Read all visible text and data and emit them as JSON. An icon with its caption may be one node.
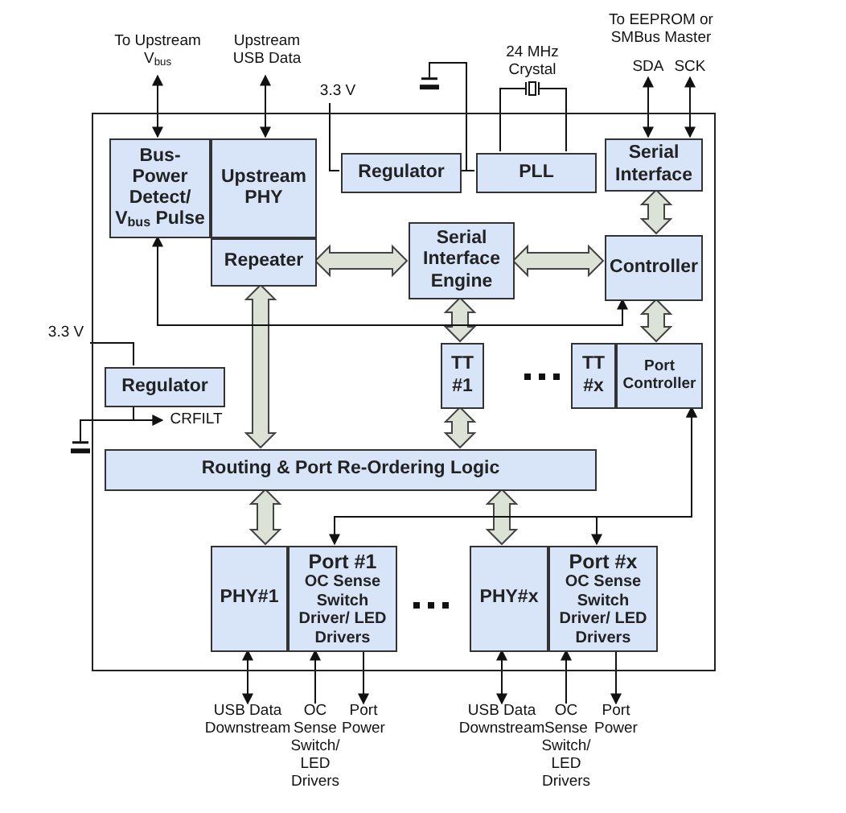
{
  "diagram": {
    "nodes": [
      {
        "text": [],
        "shape": "box"
      },
      {
        "text": [
          "Bus- Power Detect/ V$_{bus}$ Pulse"
        ],
        "in": 0
      },
      {
        "text": [
          "Upstream PHY"
        ],
        "in": 0
      },
      {
        "text": [
          "Repeater"
        ],
        "in": 0
      },
      {
        "text": [
          "Regulator"
        ],
        "in": 0
      },
      {
        "text": [
          "PLL"
        ],
        "in": 0
      },
      {
        "text": [
          "Serial Interface"
        ],
        "in": 0
      },
      {
        "text": [
          "Serial Interface Engine"
        ],
        "in": 0
      },
      {
        "text": [
          "Controller"
        ],
        "in": 0
      },
      {
        "text": [
          "TT #1"
        ],
        "in": 0
      },
      {
        "text": [
          "TT #x"
        ],
        "in": 0
      },
      {
        "text": [
          "Port Controller"
        ],
        "in": 0
      },
      {
        "text": [
          "Regulator"
        ],
        "in": 0
      },
      {
        "text": [
          "Routing & Port Re-Ordering Logic"
        ],
        "in": 0
      },
      {
        "text": [
          "PHY#1"
        ],
        "in": 0
      },
      {
        "text": [
          "Port #1",
          "OC Sense Switch Driver/ LED Drivers"
        ],
        "in": 0
      },
      {
        "text": [
          "PHY#x"
        ],
        "in": 0
      },
      {
        "text": [
          "Port #x",
          "OC Sense Switch Driver/ LED Drivers"
        ],
        "in": 0
      },
      {
        "text": [
          "To Upstream V$_{bus}$"
        ]
      },
      {
        "text": [
          "Upstream USB Data"
        ]
      },
      {
        "text": [
          "3.3 V"
        ]
      },
      {
        "text": [],
        "shape": "ground"
      },
      {
        "text": [
          "24 MHz Crystal"
        ]
      },
      {
        "text": [
          "SDA"
        ]
      },
      {
        "text": [
          "SCK"
        ]
      },
      {
        "text": [
          "3.3 V"
        ]
      },
      {
        "text": [
          "CRFILT"
        ],
        "in": 0
      },
      {
        "text": [],
        "shape": "ground"
      },
      {
        "text": [
          "USB Data Downstream"
        ]
      },
      {
        "text": [
          "OC Sense Switch/ LED Drivers"
        ]
      },
      {
        "text": [
          "Port Power"
        ]
      },
      {
        "text": [
          "USB Data Downstream"
        ]
      },
      {
        "text": [
          "OC Sense Switch/ LED Drivers"
        ]
      },
      {
        "text": [
          "Port Power"
        ]
      }
    ],
    "edges": [
      {
        "from": 18,
        "to": 1,
        "arrow": "both"
      },
      {
        "from": 19,
        "to": 2,
        "arrow": "both"
      },
      {
        "from": 20,
        "to": 4,
        "arrow": "none"
      },
      {
        "from": 21,
        "to": 4,
        "arrow": "none"
      },
      {
        "from": 21,
        "to": 5,
        "arrow": "none"
      },
      {
        "from": 22,
        "to": 5,
        "arrow": "none"
      },
      {
        "from": 22,
        "to": 5,
        "arrow": "none"
      },
      {
        "from": 23,
        "to": 6,
        "arrow": "both"
      },
      {
        "from": 24,
        "to": 6,
        "arrow": "both"
      },
      {
        "from": 6,
        "to": 8,
        "arrow": "both",
        "style": "thick"
      },
      {
        "from": 3,
        "to": 7,
        "arrow": "both",
        "style": "thick"
      },
      {
        "from": 7,
        "to": 8,
        "arrow": "both",
        "style": "thick"
      },
      {
        "from": 7,
        "to": 9,
        "arrow": "both",
        "style": "thick"
      },
      {
        "from": 9,
        "to": 13,
        "arrow": "both",
        "style": "thick"
      },
      {
        "from": 3,
        "to": 13,
        "arrow": "both",
        "style": "thick"
      },
      {
        "from": 8,
        "to": 11,
        "arrow": "both",
        "style": "thick"
      },
      {
        "from": 13,
        "to": 14,
        "arrow": "both",
        "style": "thick"
      },
      {
        "from": 13,
        "to": 16,
        "arrow": "both",
        "style": "thick"
      },
      {
        "from": 1,
        "to": 8,
        "arrow": "both"
      },
      {
        "from": 11,
        "to": 15,
        "arrow": "both"
      },
      {
        "from": 11,
        "to": 17,
        "arrow": "both"
      },
      {
        "from": 14,
        "to": 28,
        "arrow": "both"
      },
      {
        "from": 29,
        "to": 15,
        "arrow": "to"
      },
      {
        "from": 15,
        "to": 30,
        "arrow": "to"
      },
      {
        "from": 16,
        "to": 31,
        "arrow": "both"
      },
      {
        "from": 32,
        "to": 17,
        "arrow": "to"
      },
      {
        "from": 17,
        "to": 33,
        "arrow": "to"
      },
      {
        "from": 25,
        "to": 12,
        "arrow": "none"
      },
      {
        "from": 12,
        "to": 26,
        "arrow": "to"
      },
      {
        "from": 12,
        "to": 27,
        "arrow": "none"
      }
    ],
    "labels": [
      "To EEPROM or SMBus Master"
    ]
  }
}
